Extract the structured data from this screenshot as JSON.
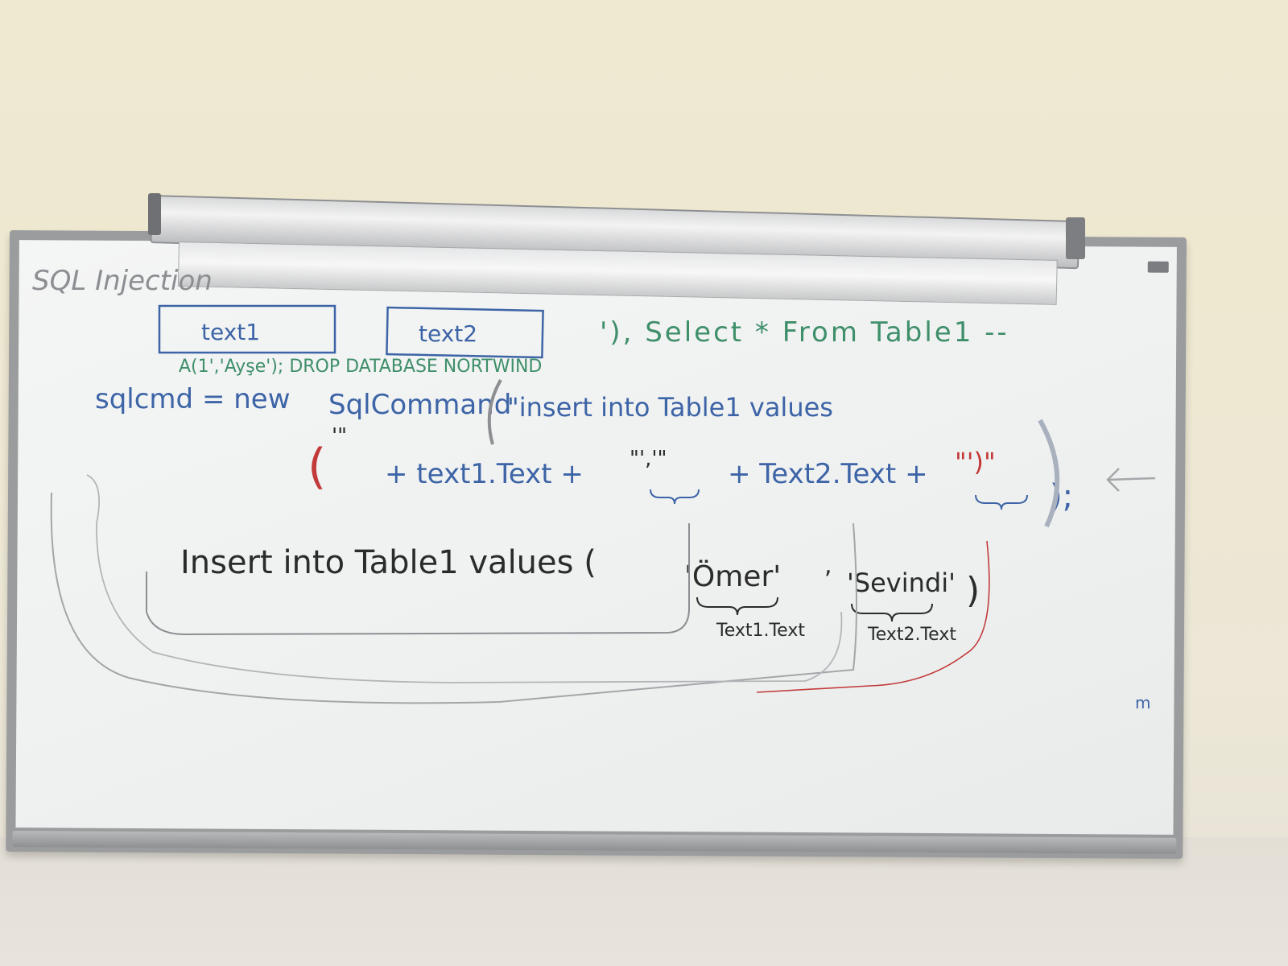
{
  "board": {
    "heading": "SQL Injection",
    "text_box_1": "text1",
    "text_box_2": "text2",
    "injected_suffix": "'), Select * From Table1 --",
    "injected_payload": "A(1','Ayşe'); DROP DATABASE NORTWIND",
    "line1_left": "sqlcmd = new",
    "line1_call": "SqlCommand",
    "line1_string": "\"insert into Table1 values",
    "line2_open": "(",
    "line2_q1": "'\"",
    "line2_part1": "+ text1.Text +",
    "line2_sep": "\"','\"",
    "line2_part2": "+ Text2.Text +",
    "line2_close": "\"')\"",
    "line2_end": ");",
    "result_line": "Insert into Table1 values (",
    "result_value1": "'Ömer'",
    "result_sep": ",",
    "result_value2": "'Sevindi'",
    "result_close": ")",
    "label1": "Text1.Text",
    "label2": "Text2.Text",
    "signature": "m"
  },
  "colors": {
    "green_marker": "#3f8f6a",
    "blue_marker": "#3d64a6",
    "black_marker": "#2b2b2b",
    "red_marker": "#c23a3a",
    "grey_marker": "#8c8e92"
  }
}
